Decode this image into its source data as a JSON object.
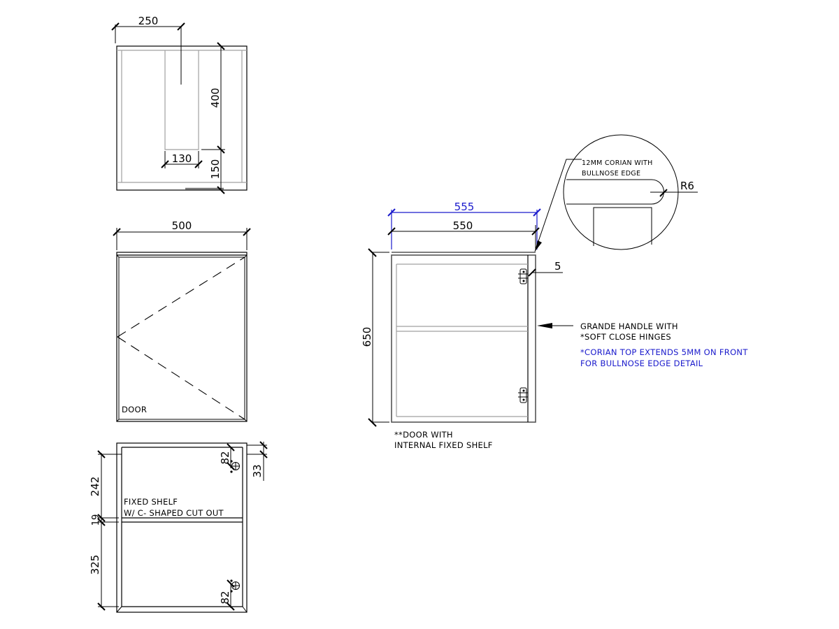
{
  "drawing": {
    "title": "Cabinet with door and internal fixed shelf - shop drawing",
    "colors": {
      "line": "#000000",
      "grey_line": "#a0a0a0",
      "blue_dim": "#1a1acc",
      "background": "#ffffff"
    }
  },
  "top_view": {
    "dim_250": "250",
    "dim_400": "400",
    "dim_130": "130",
    "dim_150": "150"
  },
  "door_view": {
    "dim_500": "500",
    "label_door": "DOOR"
  },
  "internal_view": {
    "dim_242": "242",
    "dim_19": "19",
    "dim_325": "325",
    "dim_82_top": "82",
    "dim_82_bottom": "82",
    "dim_33": "33",
    "note_line1": "FIXED SHELF",
    "note_line2": "W/ C- SHAPED CUT OUT"
  },
  "front_view": {
    "dim_555": "555",
    "dim_550": "550",
    "dim_650": "650",
    "dim_5": "5",
    "note_door_line1": "**DOOR WITH",
    "note_door_line2": "INTERNAL FIXED SHELF",
    "note_handle_line1": "GRANDE HANDLE WITH",
    "note_handle_line2": "*SOFT CLOSE HINGES",
    "note_corian_line1": "*CORIAN TOP EXTENDS 5MM ON FRONT",
    "note_corian_line2": "FOR BULLNOSE EDGE DETAIL"
  },
  "detail_bubble": {
    "label_line1": "12MM CORIAN WITH",
    "label_line2": "BULLNOSE EDGE",
    "dim_radius": "R6"
  }
}
